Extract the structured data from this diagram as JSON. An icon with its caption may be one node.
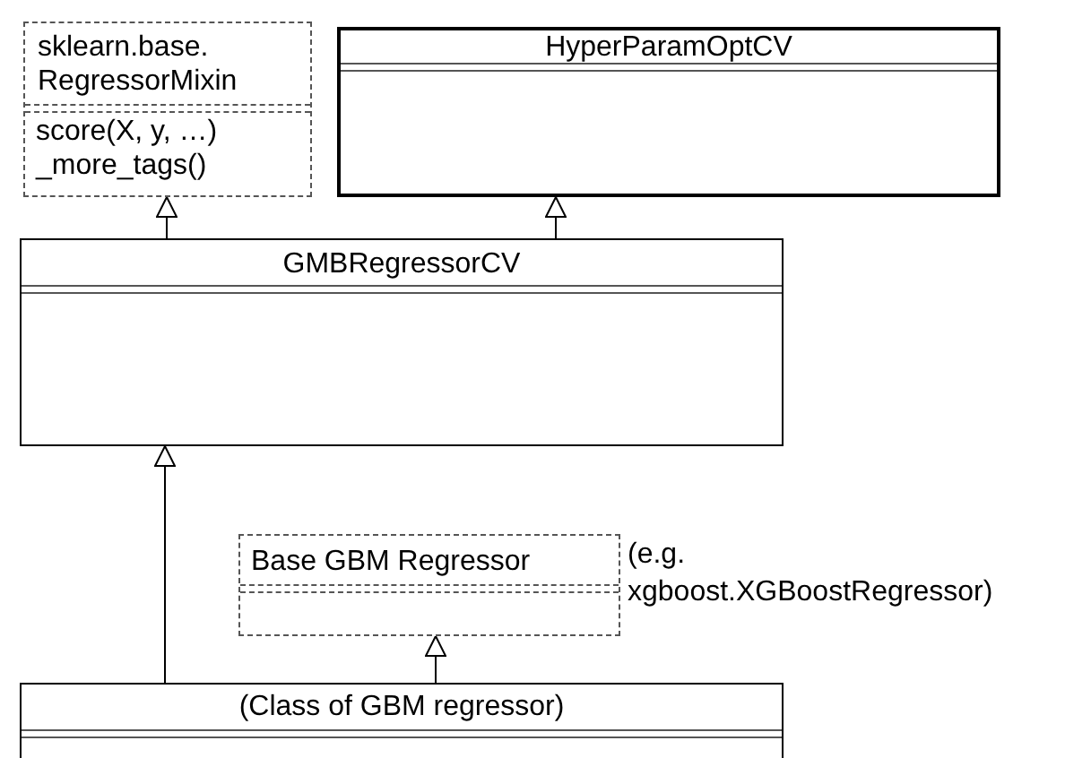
{
  "diagram": {
    "nodes": [
      {
        "text": [
          "sklearn.base. RegressorMixin",
          "score(X, y, …)",
          "_more_tags()"
        ]
      },
      {
        "text": [
          "HyperParamOptCV"
        ]
      },
      {
        "text": [
          "GMBRegressorCV"
        ]
      },
      {
        "text": [
          "Base GBM Regressor"
        ],
        "beside": [
          "(e.g. xgboost.XGBoostRegressor)"
        ]
      },
      {
        "text": [
          "(Class of GBM regressor)"
        ]
      }
    ],
    "edges": [
      {
        "from": 2,
        "to": 0,
        "arrow": "to"
      },
      {
        "from": 2,
        "to": 1,
        "arrow": "to"
      },
      {
        "from": 4,
        "to": 2,
        "arrow": "to"
      },
      {
        "from": 4,
        "to": 3,
        "arrow": "to"
      }
    ]
  }
}
